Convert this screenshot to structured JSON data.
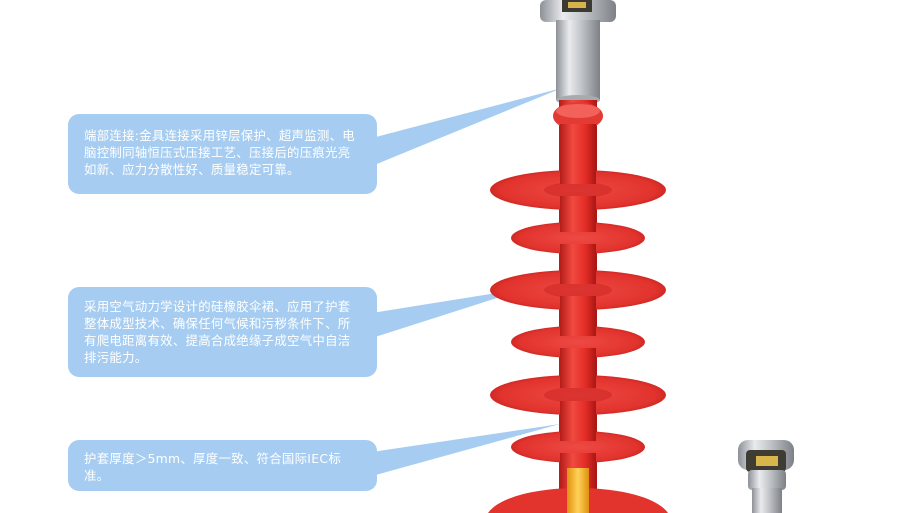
{
  "callouts": [
    {
      "text": "端部连接:金具连接采用锌层保护、超声监测、电脑控制同轴恒压式压接工艺、压接后的压痕光亮如新、应力分散性好、质量稳定可靠。"
    },
    {
      "text": "采用空气动力学设计的硅橡胶伞裙、应用了护套整体成型技术、确保任何气候和污秽条件下、所有爬电距离有效、提高合成绝缘子成空气中自洁排污能力。"
    },
    {
      "text": "护套厚度＞5mm、厚度一致、符合国际IEC标准。"
    }
  ],
  "colors": {
    "callout_bg": "#a6cdf1",
    "callout_text": "#ffffff",
    "insulator_red": "#e8302c",
    "insulator_dark": "#b81f1c",
    "metal": "#c9ccd0",
    "core": "#f6b21c"
  }
}
